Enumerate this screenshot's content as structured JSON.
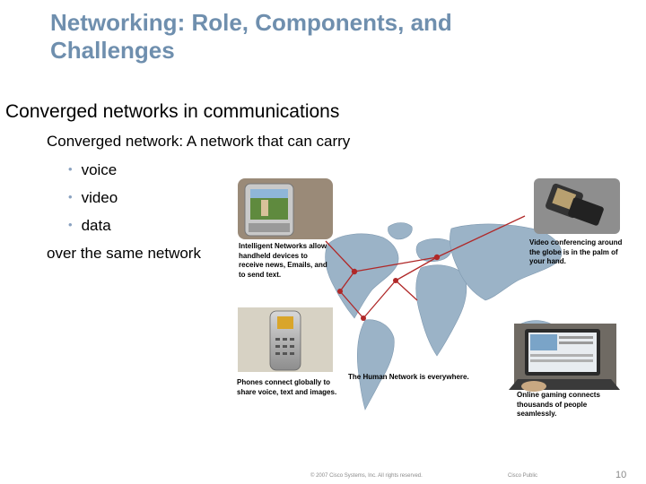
{
  "slide": {
    "title_line1": "Networking: Role, Components, and",
    "title_line2": "Challenges",
    "heading": "Converged networks in communications",
    "definition": "Converged network: A network that can carry",
    "bullets": [
      "voice",
      "video",
      "data"
    ],
    "tail": "over the same network"
  },
  "figure": {
    "caption_intelligent": [
      "Intelligent Networks allow",
      "handheld devices to",
      "receive news, Emails, and",
      "to send text."
    ],
    "caption_video": [
      "Video conferencing around",
      "the globe is in the palm of",
      "your hand."
    ],
    "caption_phones": [
      "Phones connect globally to",
      "share voice, text and images."
    ],
    "caption_human": "The Human Network is everywhere.",
    "caption_gaming": [
      "Online gaming connects",
      "thousands of people",
      "seamlessly."
    ]
  },
  "footer": {
    "copyright": "© 2007 Cisco Systems, Inc. All rights reserved.",
    "classification": "Cisco Public",
    "page_number": "10"
  },
  "colors": {
    "title": "#6f8fae",
    "map": "#9bb3c7",
    "arrow": "#b02828"
  }
}
